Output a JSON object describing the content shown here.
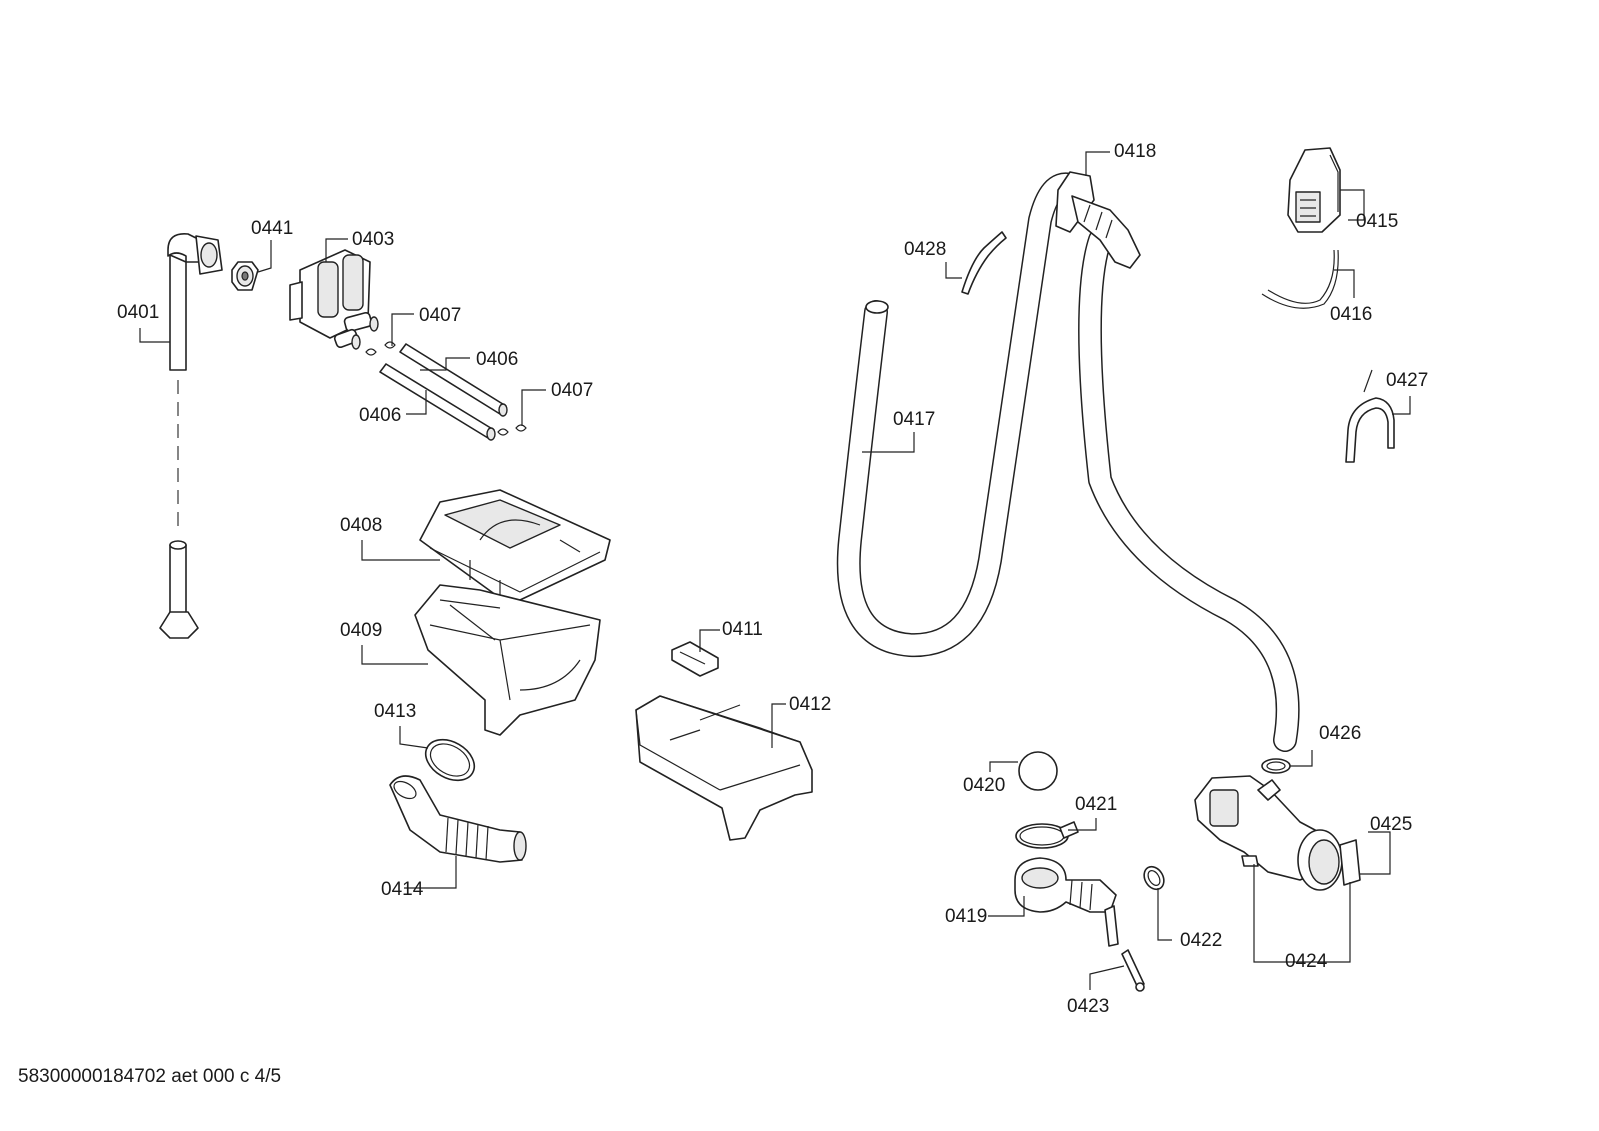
{
  "labels": {
    "p0401": "0401",
    "p0403": "0403",
    "p0406a": "0406",
    "p0406b": "0406",
    "p0407a": "0407",
    "p0407b": "0407",
    "p0408": "0408",
    "p0409": "0409",
    "p0411": "0411",
    "p0412": "0412",
    "p0413": "0413",
    "p0414": "0414",
    "p0415": "0415",
    "p0416": "0416",
    "p0417": "0417",
    "p0418": "0418",
    "p0419": "0419",
    "p0420": "0420",
    "p0421": "0421",
    "p0422": "0422",
    "p0423": "0423",
    "p0424": "0424",
    "p0425": "0425",
    "p0426": "0426",
    "p0427": "0427",
    "p0428": "0428",
    "p0441": "0441"
  },
  "footer": "58300000184702 aet 000 c 4/5"
}
